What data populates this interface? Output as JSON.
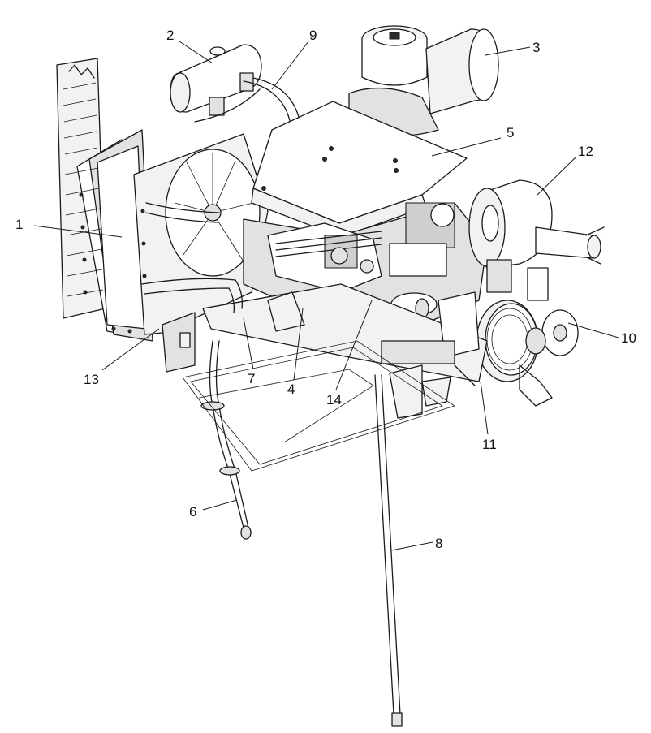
{
  "callouts": [
    {
      "id": "c1",
      "text": "1"
    },
    {
      "id": "c2",
      "text": "2"
    },
    {
      "id": "c3",
      "text": "3"
    },
    {
      "id": "c4",
      "text": "4"
    },
    {
      "id": "c5",
      "text": "5"
    },
    {
      "id": "c6",
      "text": "6"
    },
    {
      "id": "c7",
      "text": "7"
    },
    {
      "id": "c8",
      "text": "8"
    },
    {
      "id": "c9",
      "text": "9"
    },
    {
      "id": "c10",
      "text": "10"
    },
    {
      "id": "c11",
      "text": "11"
    },
    {
      "id": "c12",
      "text": "12"
    },
    {
      "id": "c13",
      "text": "13"
    },
    {
      "id": "c14",
      "text": "14"
    }
  ],
  "colors": {
    "line": "#1a1a1a",
    "background": "#ffffff"
  }
}
